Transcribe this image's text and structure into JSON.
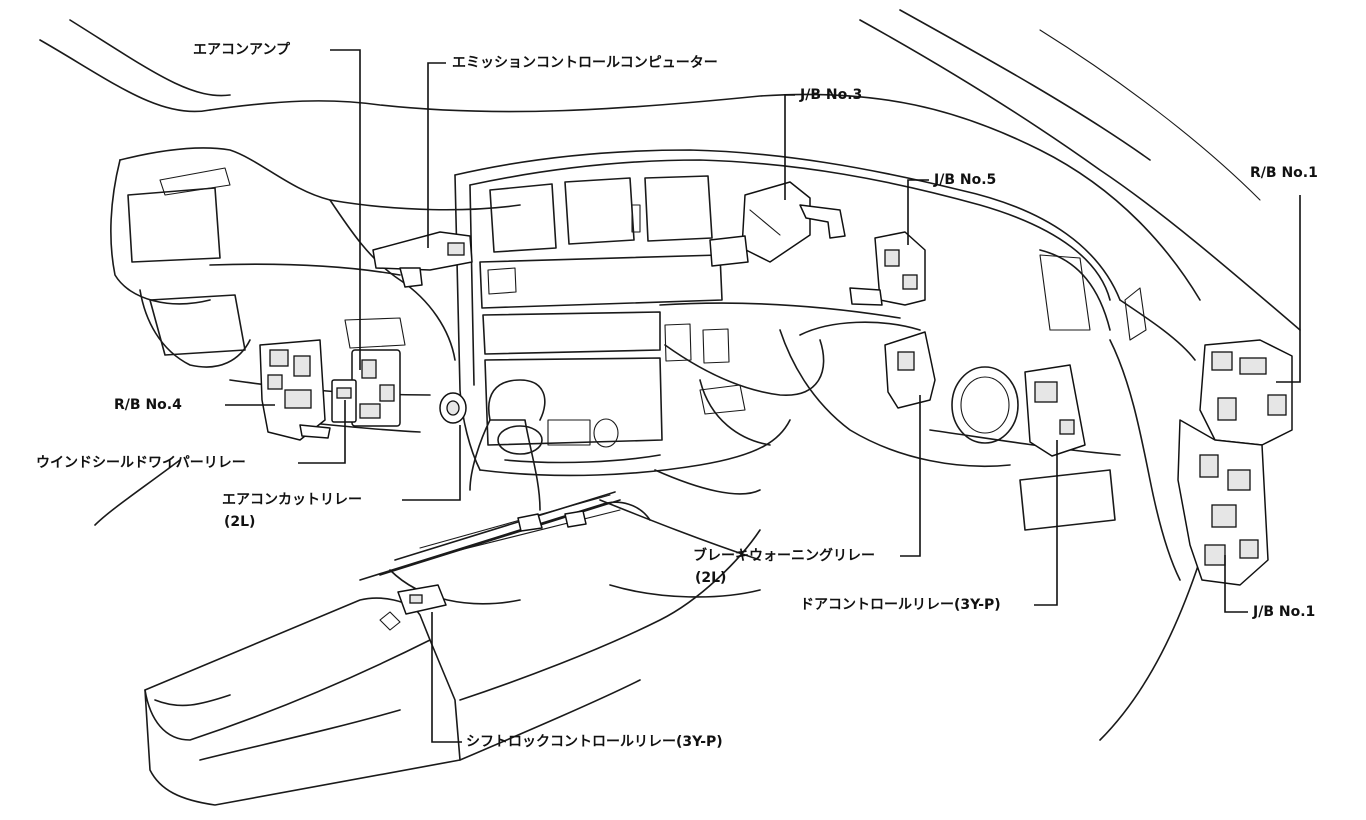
{
  "labels": {
    "ac_amp": "エアコンアンプ",
    "emission_computer": "エミッションコントロールコンピューター",
    "jb_no3": "J/B No.3",
    "jb_no5": "J/B No.5",
    "rb_no1": "R/B No.1",
    "rb_no4": "R/B No.4",
    "windshield_wiper_relay": "ウインドシールドワイパーリレー",
    "ac_cut_relay": "エアコンカットリレー",
    "ac_cut_relay_note": "(2L)",
    "brake_warning_relay": "ブレーキウォーニングリレー",
    "brake_warning_relay_note": "(2L)",
    "door_control_relay": "ドアコントロールリレー(3Y-P)",
    "jb_no1": "J/B No.1",
    "shift_lock_relay": "シフトロックコントロールリレー(3Y-P)"
  }
}
